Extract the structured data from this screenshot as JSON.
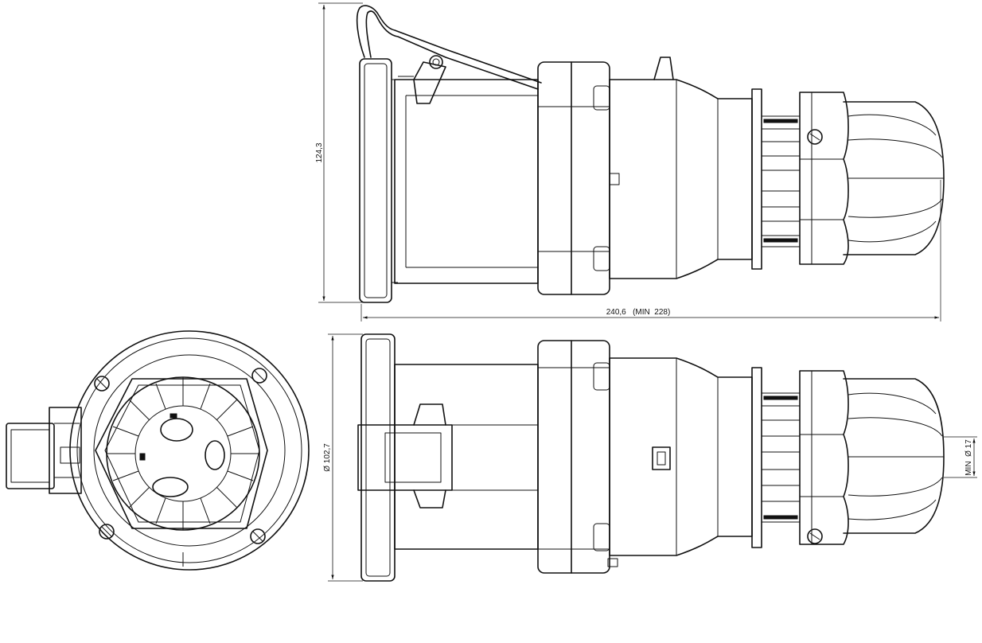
{
  "dimensions": {
    "height": "124,3",
    "length": "240,6   (MIN  228)",
    "diameter": "Ø 102,7",
    "cable": "MIN  Ø 17"
  }
}
